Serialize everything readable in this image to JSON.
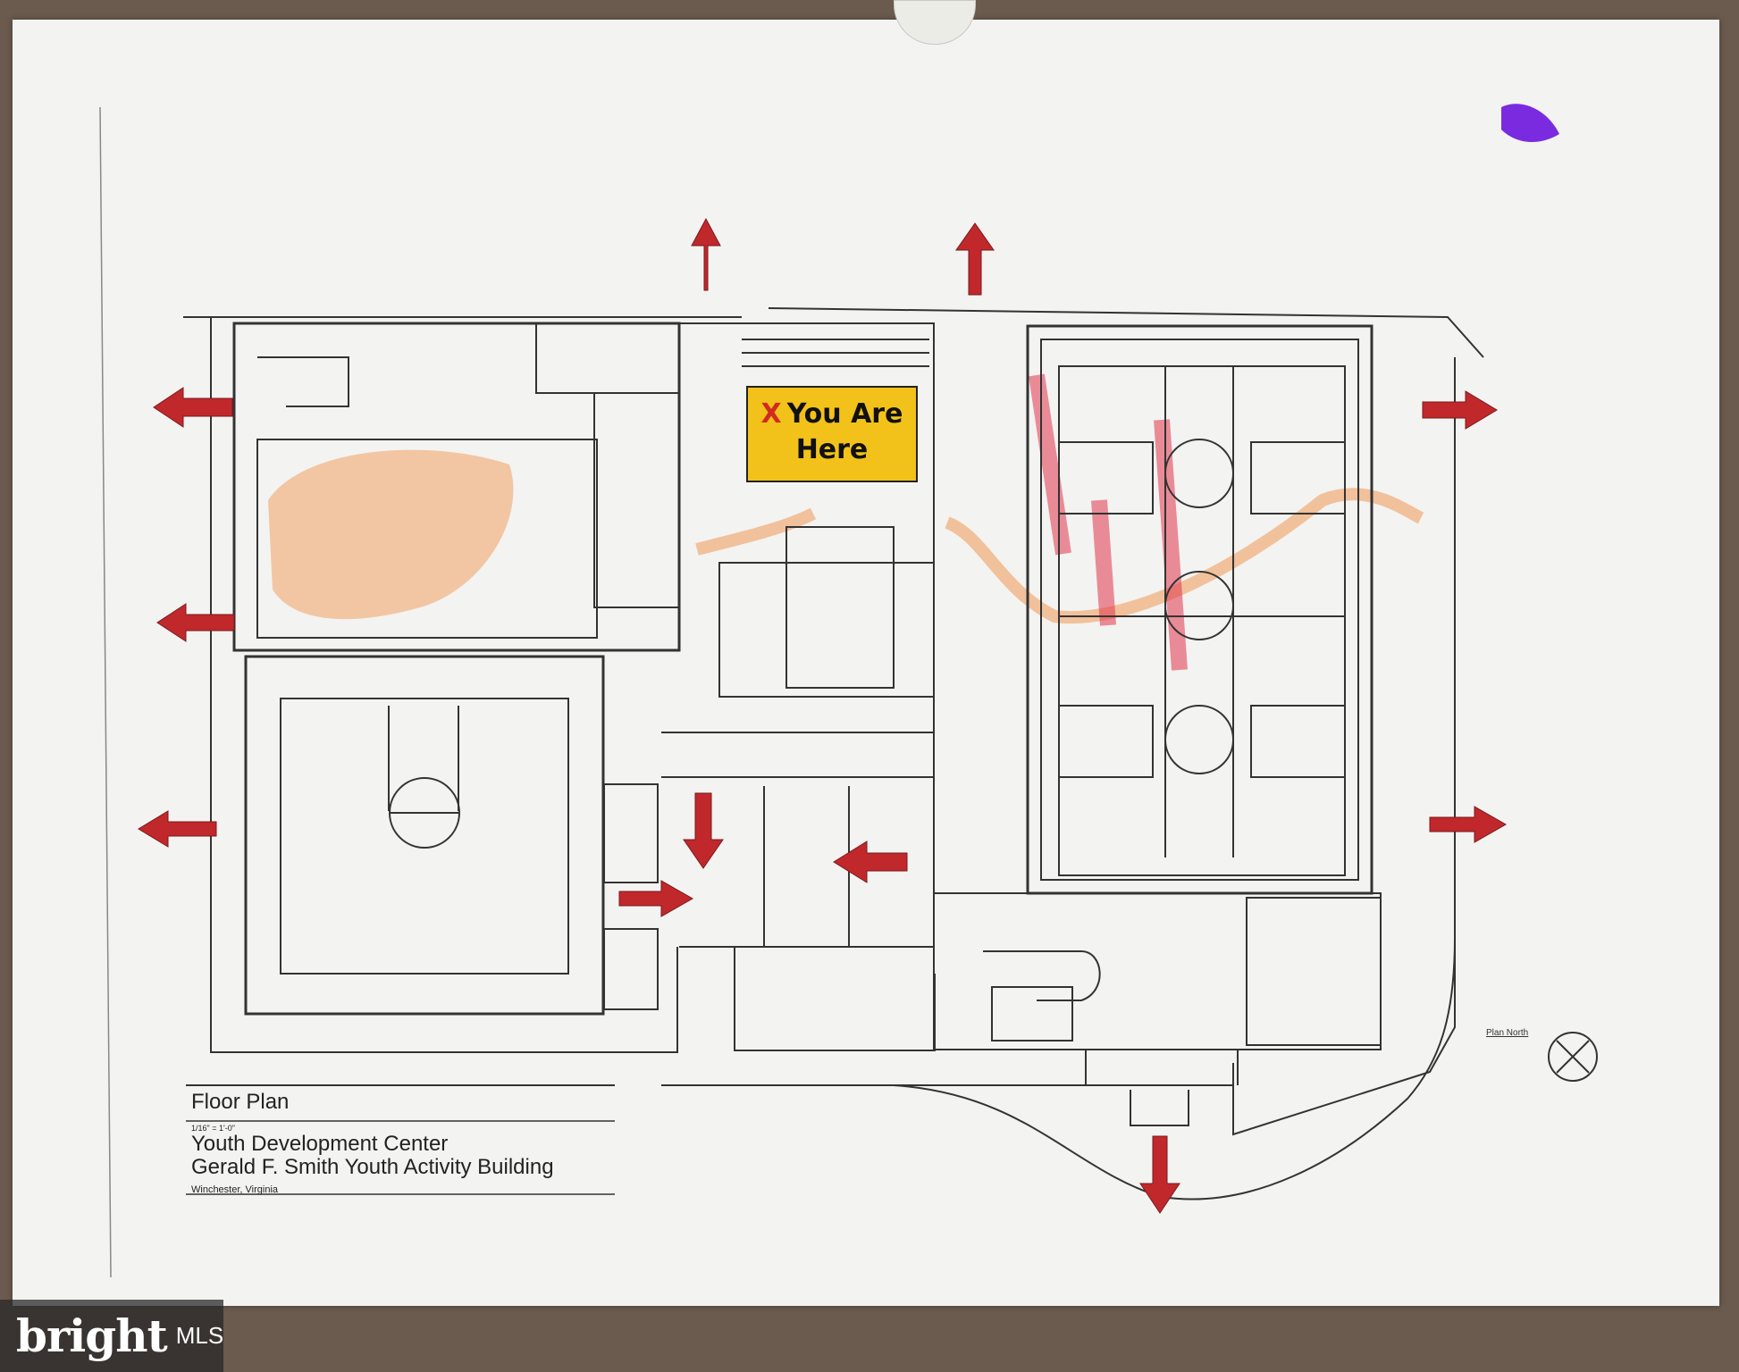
{
  "sign": {
    "x_mark": "X",
    "line1": "You Are",
    "line2": "Here"
  },
  "title_block": {
    "heading": "Floor Plan",
    "scale": "1/16\" = 1'-0\"",
    "line1": "Youth Development Center",
    "line2": "Gerald F. Smith Youth Activity Building",
    "location": "Winchester, Virginia"
  },
  "north_label": "Plan North",
  "watermark": {
    "brand": "bright",
    "suffix": "MLS"
  },
  "colors": {
    "exit_arrow": "#c0282c",
    "sign_bg": "#f2c21a",
    "route_orange": "#f0a062",
    "route_red": "#e0344c",
    "smudge_purple": "#7a2be0"
  }
}
